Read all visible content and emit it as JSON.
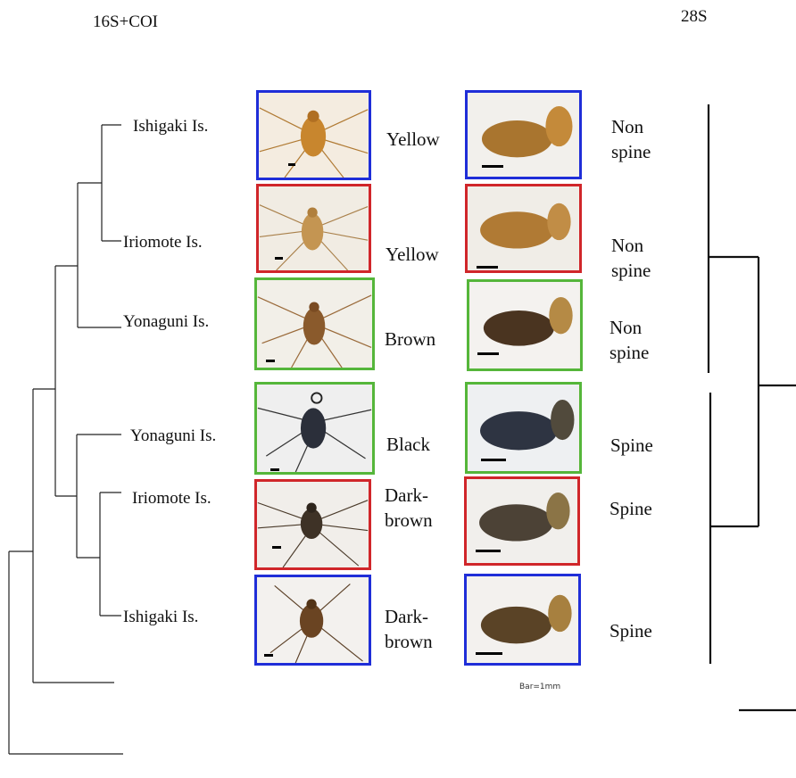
{
  "titles": {
    "left": "16S+COI",
    "right": "28S"
  },
  "colors": {
    "ishigaki": "#1f2ed8",
    "iriomote": "#d0262a",
    "yonaguni": "#55b63a"
  },
  "taxa": [
    {
      "island": "Ishigaki Is.",
      "body_color": "Yellow",
      "trait": "Non spine",
      "frame": "ishigaki"
    },
    {
      "island": "Iriomote Is.",
      "body_color": "Yellow",
      "trait": "Non spine",
      "frame": "iriomote"
    },
    {
      "island": "Yonaguni Is.",
      "body_color": "Brown",
      "trait": "Non spine",
      "frame": "yonaguni"
    },
    {
      "island": "Yonaguni Is.",
      "body_color": "Black",
      "trait": "Spine",
      "frame": "yonaguni"
    },
    {
      "island": "Iriomote Is.",
      "body_color": "Dark-brown",
      "trait": "Spine",
      "frame": "iriomote"
    },
    {
      "island": "Ishigaki Is.",
      "body_color": "Dark-brown",
      "trait": "Spine",
      "frame": "ishigaki"
    }
  ],
  "labels": {
    "row1_color": "Yellow",
    "row1_trait_a": "Non",
    "row1_trait_b": "spine",
    "row2_color": "Yellow",
    "row2_trait_a": "Non",
    "row2_trait_b": "spine",
    "row3_color": "Brown",
    "row3_trait_a": "Non",
    "row3_trait_b": "spine",
    "row4_color": "Black",
    "row4_trait": "Spine",
    "row5_color_a": "Dark-",
    "row5_color_b": "brown",
    "row5_trait": "Spine",
    "row6_color_a": "Dark-",
    "row6_color_b": "brown",
    "row6_trait": "Spine"
  },
  "scale_label": "Bar=1mm"
}
